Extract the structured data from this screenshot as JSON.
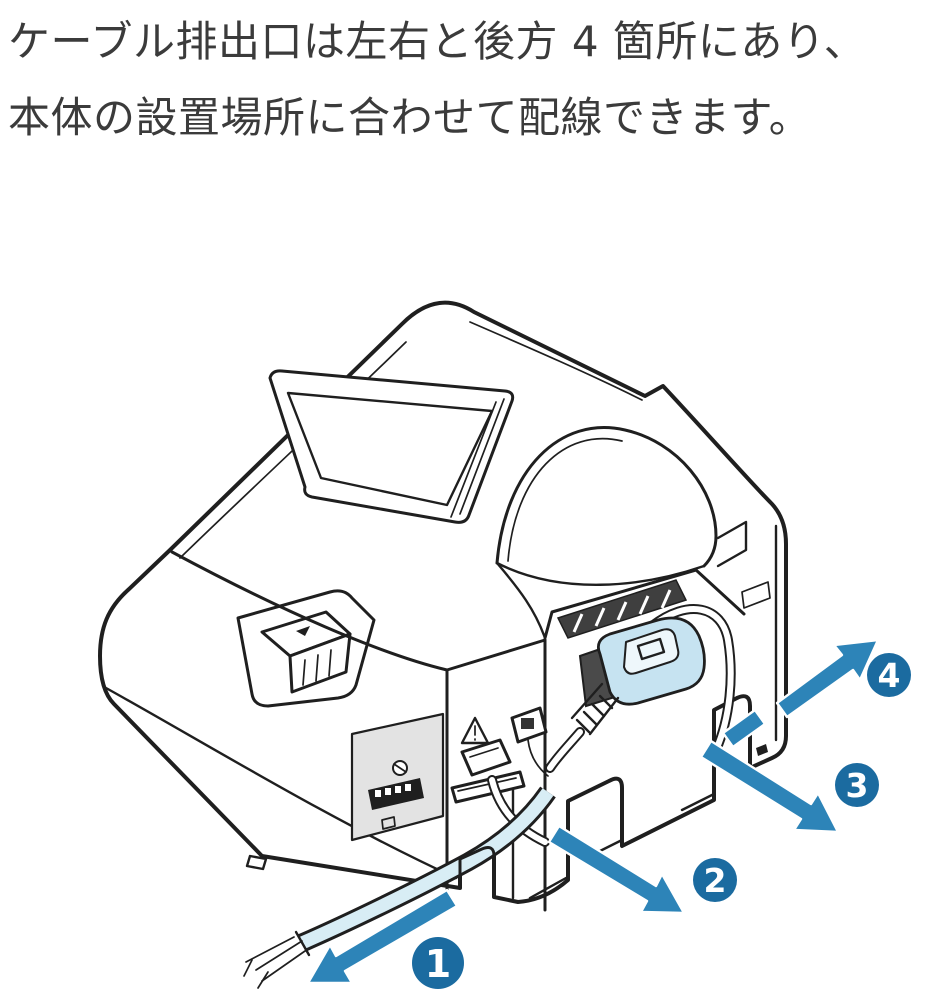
{
  "heading": {
    "line1": "ケーブル排出口は左右と後方 4 箇所にあり、",
    "line2": "本体の設置場所に合わせて配線できます。"
  },
  "steps": [
    {
      "number": "1"
    },
    {
      "number": "2"
    },
    {
      "number": "3"
    },
    {
      "number": "4"
    }
  ],
  "colors": {
    "arrow": "#2d84b8",
    "badge": "#1b6ba0",
    "cable": "#d8edf5",
    "plug": "#c6e3f1",
    "panel": "#e3e3e3",
    "line": "#1f1f1f",
    "text": "#3b3b3b"
  }
}
